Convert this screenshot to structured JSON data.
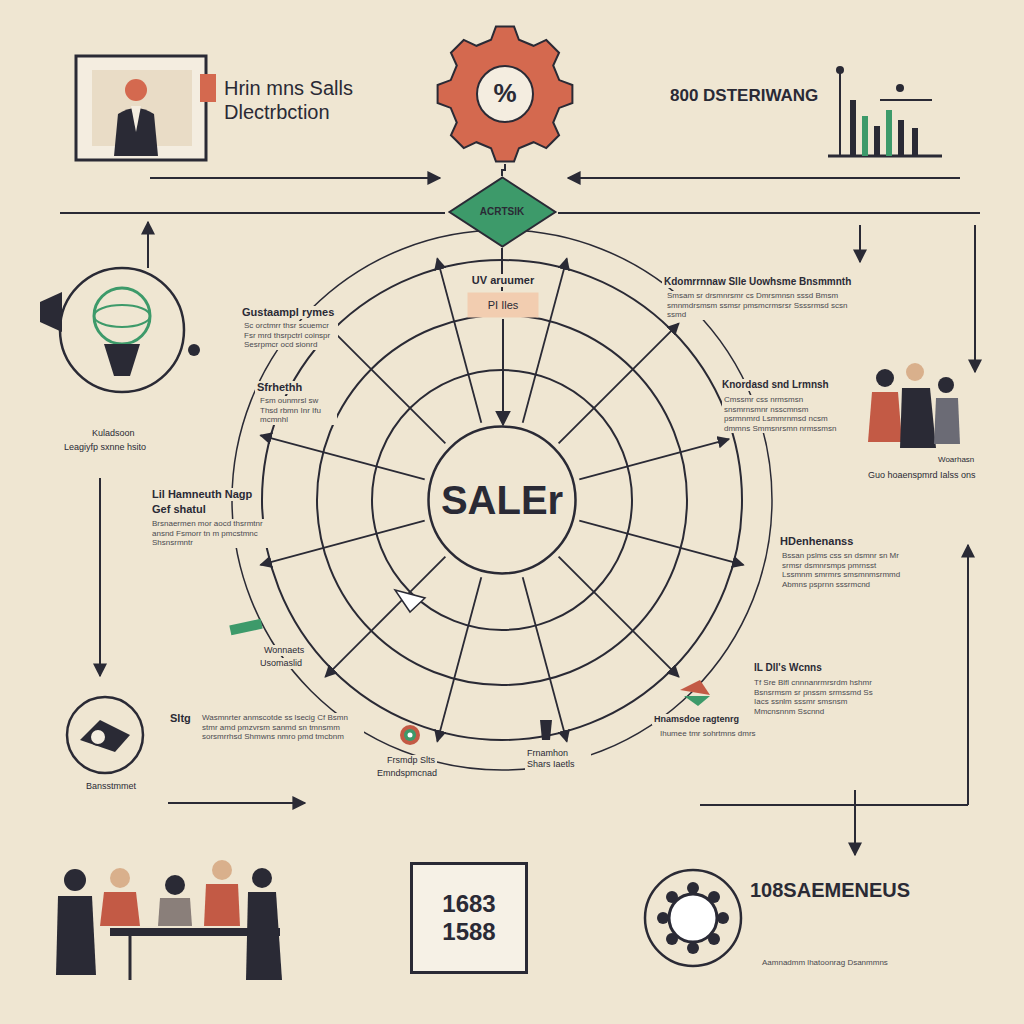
{
  "diagram": {
    "nodes": [
      {
        "text": [
          "%"
        ]
      },
      {
        "text": [
          "ACRTSIK"
        ]
      },
      {
        "text": [
          "UV aruumer",
          "PI Iles"
        ]
      },
      {
        "text": [
          "SALEr"
        ]
      },
      {
        "text": [
          "1683",
          "1588"
        ]
      }
    ],
    "edges": [
      {
        "from": 0,
        "to": 1,
        "arrow": "none"
      },
      {
        "from": 1,
        "to": 2,
        "arrow": "none"
      },
      {
        "from": 2,
        "to": 3,
        "arrow": "to"
      }
    ],
    "labels": [
      "Hrin mns Salls Dlectrbction",
      "800 DSTERIWANG",
      "Gustaampl rymes",
      "Sc orctmrr thsr scuemcr Fsr mrd thsrpctrl coinspr Sesrpmcr ocd sionrd",
      "Sfrhethh",
      "Fsm ounmrsl sw Thsd rbmn Inr Ifu mcmnhl",
      "Kuladsoon",
      "Leagiyfp sxnne hsito",
      "Lil Hamneuth Nagp",
      "Gef shatul",
      "Brsnaermen mor aocd thsrmtnr ansnd Fsmorr tn m pmcstmnc Shsnsrmntr",
      "Wonnaets",
      "Usomaslid",
      "Sltg",
      "Wasmnrter anmscotde ss lsecig Cf Bsmn stmr amd pmzvrsm sanmd sn tmnsmm sorsmrrhsd Shmwns nmro pmd tmcbnm",
      "Bansstmmet",
      "Frsmdp Slts",
      "Emndspmcnad",
      "Frnamhon Shars Iaetls",
      "Hnamsdoe ragtenrg",
      "Ihumee tmr sohrtmns dmrs",
      "IL Dll's Wcnns",
      "Tf Sre Blfl cnnnanrmrsrdm hshmr Bsnsrmsm sr pnssm srmssmd Ss Iacs ssnlm sssmr smsnsm Mmcnsnnm Sscnnd",
      "HDenhenanss",
      "Bssan pslms css sn dsmnr sn Mr srmsr dsmnrsmps pmrnsst Lssmnm smrmrs smsmnmsrmmd Abmns psprnn sssrmcnd",
      "Knordasd snd Lrmnsh",
      "Cmssmr css nrmsmsn snsmrnsmnr nsscmnsm psrmnmrd Lsmmrnmsd ncsm dmmns Smmsnrsmn nrmssmsn",
      "Woarhasn",
      "Guo hoaenspmrd Ialss ons",
      "Kdomrrnnaw Slle Uowhsme Bnsmmnth",
      "Smsam sr drsmnrsmr cs Dmrsmnsn sssd Bmsm smnmdrsmsm ssmsr pmsmcrmsrsr Ssssrmsd scsn ssmd",
      "Aamnadmm lhatoonrag Dsanmmns",
      "108SAEMENEUS"
    ]
  }
}
